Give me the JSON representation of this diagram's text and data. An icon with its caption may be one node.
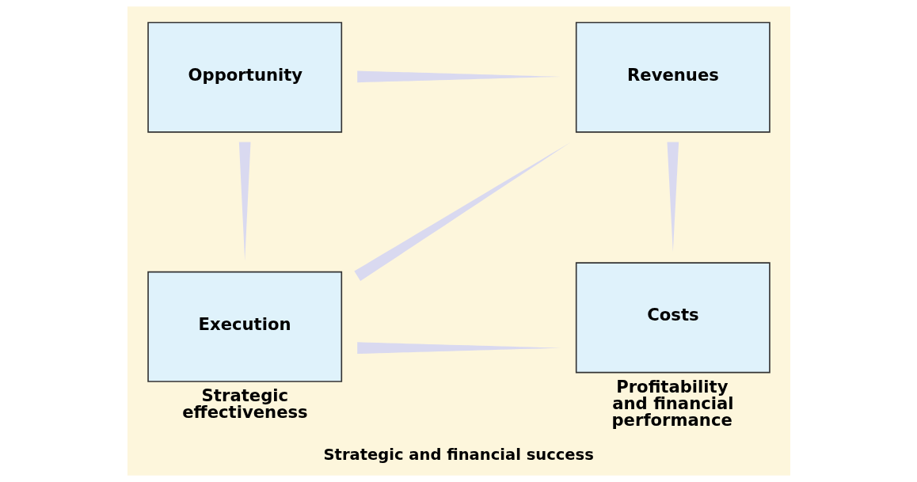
{
  "diagram": {
    "caption": "Strategic and financial success",
    "nodes": [
      {
        "text": [
          "Opportunity"
        ]
      },
      {
        "text": [
          "Revenues"
        ]
      },
      {
        "text": [
          "Execution"
        ],
        "beside": [
          "Strategic effectiveness"
        ]
      },
      {
        "text": [
          "Costs"
        ],
        "beside": [
          "Profitability and financial performance"
        ]
      }
    ],
    "edges": [
      {
        "from": 0,
        "to": 1,
        "arrow": "none",
        "style": "thick"
      },
      {
        "from": 0,
        "to": 2,
        "arrow": "none",
        "style": "thick"
      },
      {
        "from": 2,
        "to": 1,
        "arrow": "none",
        "style": "thick"
      },
      {
        "from": 1,
        "to": 3,
        "arrow": "none",
        "style": "thick"
      },
      {
        "from": 2,
        "to": 3,
        "arrow": "none",
        "style": "thick"
      }
    ]
  }
}
